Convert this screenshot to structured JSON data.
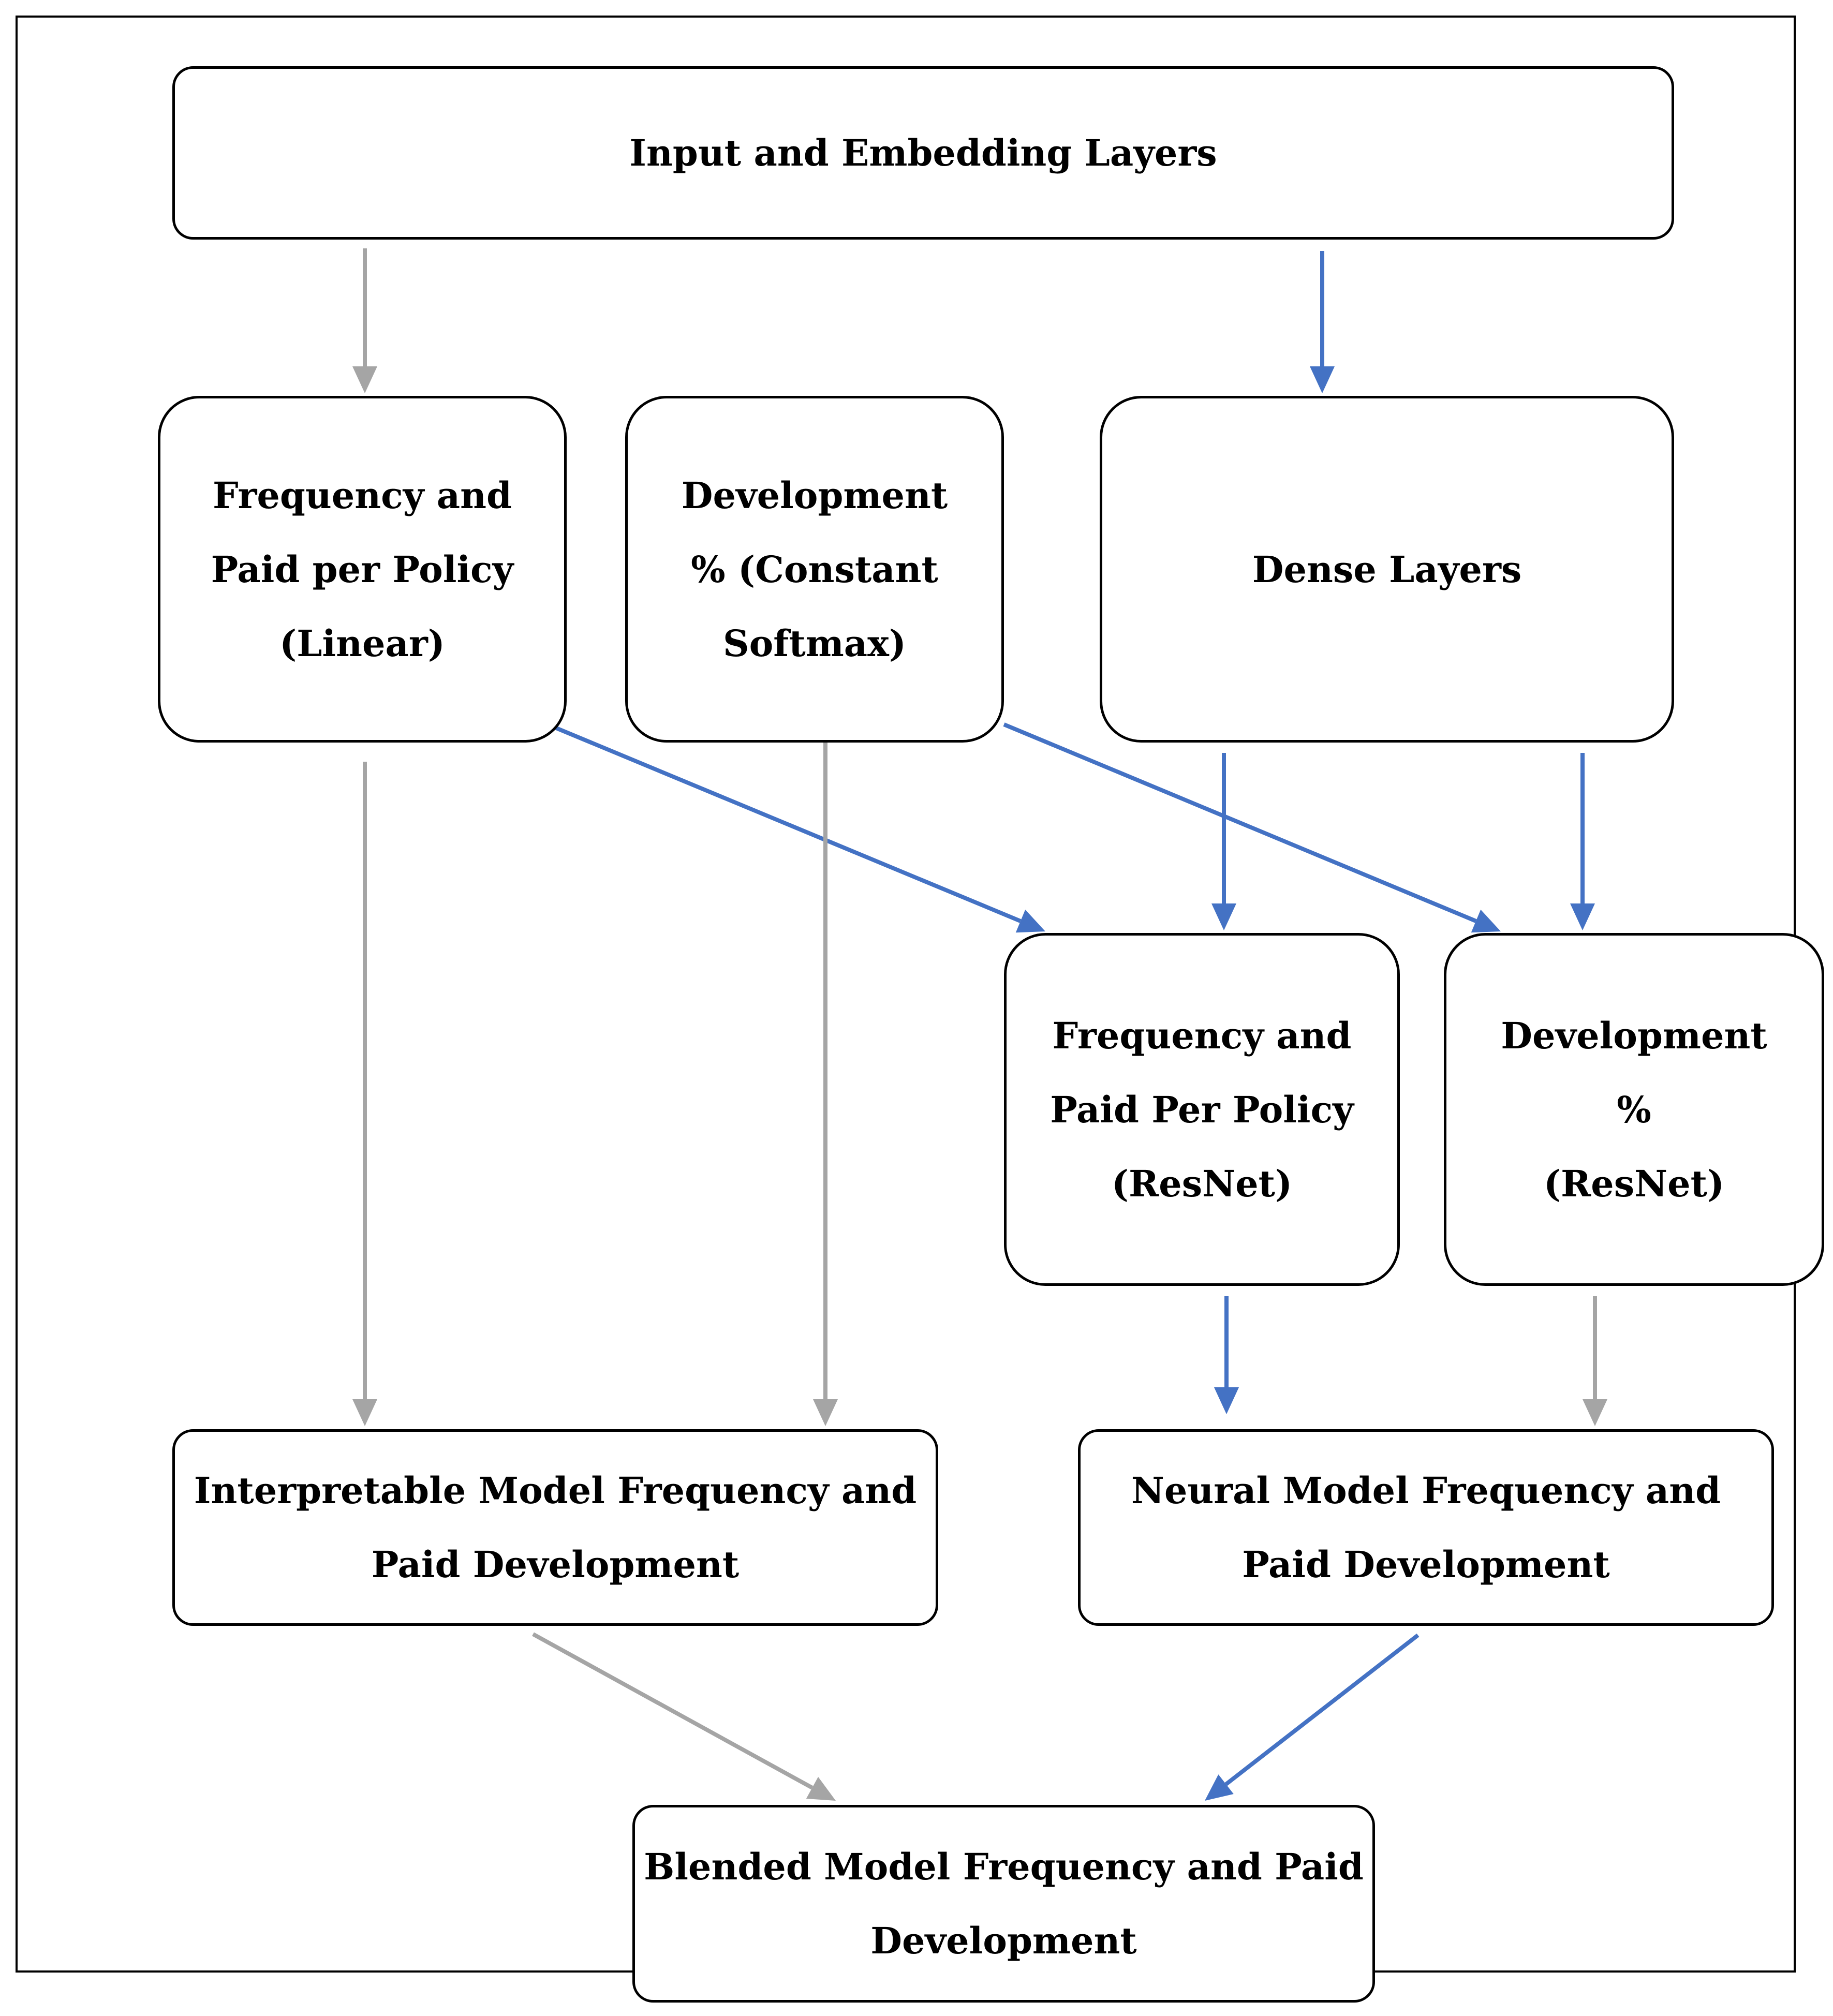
{
  "colors": {
    "neural_arrow": "#4472C4",
    "interpretable_arrow": "#A5A5A5",
    "border": "#000000",
    "background": "#FFFFFF"
  },
  "nodes": {
    "input": {
      "lines": [
        "Input and Embedding Layers"
      ]
    },
    "freq_linear": {
      "lines": [
        "Frequency and",
        "Paid per Policy",
        "(Linear)"
      ]
    },
    "dev_softmax": {
      "lines": [
        "Development",
        "% (Constant",
        "Softmax)"
      ]
    },
    "dense": {
      "lines": [
        "Dense Layers"
      ]
    },
    "freq_resnet": {
      "lines": [
        "Frequency and",
        "Paid Per Policy",
        "(ResNet)"
      ]
    },
    "dev_resnet": {
      "lines": [
        "Development",
        "%",
        "(ResNet)"
      ]
    },
    "interp_model": {
      "lines": [
        "Interpretable Model Frequency and",
        "Paid Development"
      ]
    },
    "neural_model": {
      "lines": [
        "Neural Model Frequency and",
        "Paid Development"
      ]
    },
    "blended": {
      "lines": [
        "Blended Model Frequency and Paid",
        "Development"
      ]
    }
  },
  "edges": [
    {
      "from": "input",
      "to": "freq_linear",
      "kind": "interpretable"
    },
    {
      "from": "input",
      "to": "dense",
      "kind": "neural"
    },
    {
      "from": "freq_linear",
      "to": "freq_resnet",
      "kind": "neural"
    },
    {
      "from": "dev_softmax",
      "to": "dev_resnet",
      "kind": "neural"
    },
    {
      "from": "dense",
      "to": "freq_resnet",
      "kind": "neural"
    },
    {
      "from": "dense",
      "to": "dev_resnet",
      "kind": "neural"
    },
    {
      "from": "freq_linear",
      "to": "interp_model",
      "kind": "interpretable"
    },
    {
      "from": "dev_softmax",
      "to": "interp_model",
      "kind": "interpretable"
    },
    {
      "from": "freq_resnet",
      "to": "neural_model",
      "kind": "neural"
    },
    {
      "from": "dev_resnet",
      "to": "neural_model",
      "kind": "interpretable"
    },
    {
      "from": "interp_model",
      "to": "blended",
      "kind": "interpretable"
    },
    {
      "from": "neural_model",
      "to": "blended",
      "kind": "neural"
    }
  ]
}
